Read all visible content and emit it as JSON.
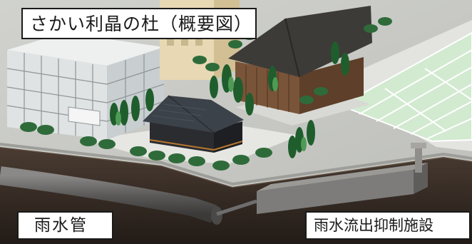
{
  "labels": {
    "title": "さかい利晶の杜（概要図）",
    "rainwater_pipe": "雨水管",
    "rainwater_facility": "雨水流出抑制施設"
  },
  "colors": {
    "sky": "#ffffff",
    "plaza": "#c6c7c3",
    "plaza_inner": "#d7d8d4",
    "walkway": "#e9e9e6",
    "lawn": "#67a064",
    "court": "#d2ead0",
    "court_lines": "#ffffff",
    "ground_side": "#3a2f28",
    "underground": "#2b231e",
    "pipe": "#6e6d6d",
    "tank": "#7d7c7a",
    "tree_dark": "#1f5d2d",
    "tree_light": "#4f9a55",
    "glass_building": "#dfe3e4",
    "glass_lines": "#8e9698",
    "beige_building": "#e8d8b4",
    "brown_building": "#6b4a33",
    "brown_roof": "#3d3b38",
    "tea_house": "#2a2c30",
    "tea_roof": "#3c4249",
    "label_border": "#1a1a1a"
  }
}
